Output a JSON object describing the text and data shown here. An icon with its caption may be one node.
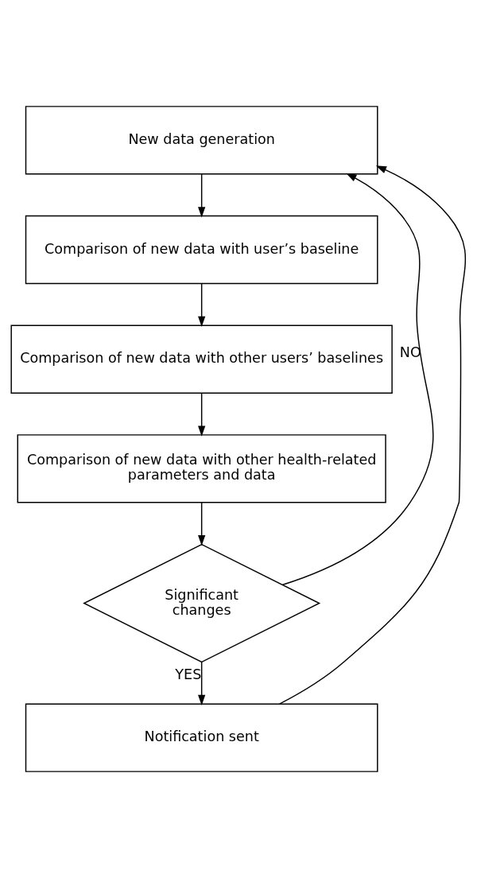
{
  "diagram": {
    "nodes": [
      {
        "text": [
          "New data generation"
        ]
      },
      {
        "text": [
          "Comparison of new data with user’s baseline"
        ]
      },
      {
        "text": [
          "Comparison of new data with other users’ baselines"
        ]
      },
      {
        "text": [
          "Comparison of new data with other health-related parameters and data"
        ]
      },
      {
        "text": [
          "Significant changes"
        ]
      },
      {
        "text": [
          "Notification sent"
        ]
      }
    ],
    "edges": [
      {
        "from": 0,
        "to": 1,
        "arrow": "to"
      },
      {
        "from": 1,
        "to": 2,
        "arrow": "to"
      },
      {
        "from": 2,
        "to": 3,
        "arrow": "to"
      },
      {
        "from": 3,
        "to": 4,
        "arrow": "to"
      },
      {
        "from": 4,
        "to": 5,
        "arrow": "to",
        "label": "YES"
      },
      {
        "from": 4,
        "to": 0,
        "arrow": "to",
        "label": "NO"
      },
      {
        "from": 5,
        "to": 0,
        "arrow": "to"
      }
    ]
  }
}
